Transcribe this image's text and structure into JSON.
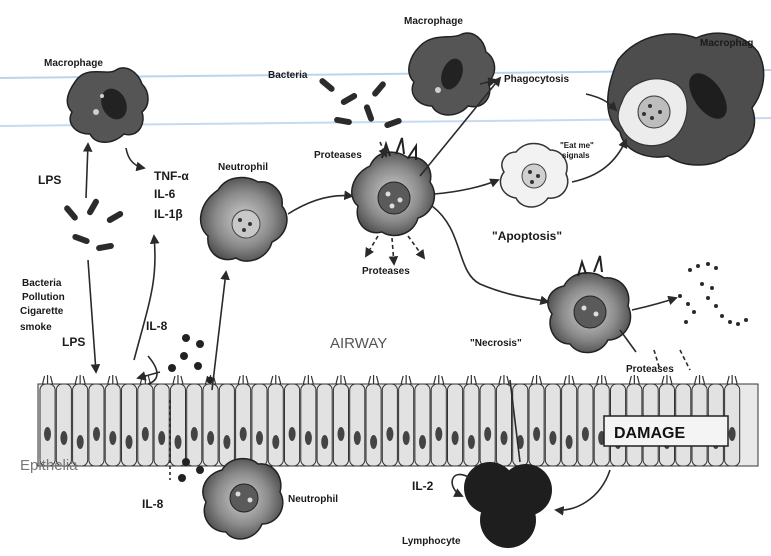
{
  "labels": {
    "macrophage_left": "Macrophage",
    "macrophage_top": "Macrophage",
    "macrophage_right": "Macrophag",
    "bacteria_top": "Bacteria",
    "phagocytosis": "Phagocytosis",
    "proteases_top": "Proteases",
    "neutrophil_top": "Neutrophil",
    "eat_me_line1": "\"Eat me\"",
    "eat_me_line2": "signals",
    "apoptosis": "\"Apoptosis\"",
    "lps_top": "LPS",
    "tnf": "TNF-α",
    "il6": "IL-6",
    "il1b": "IL-1β",
    "proteases_mid": "Proteases",
    "bacteria_list_1": "Bacteria",
    "bacteria_list_2": "Pollution",
    "bacteria_list_3": "Cigarette",
    "bacteria_list_4": "smoke",
    "lps_bottom": "LPS",
    "il8_top": "IL-8",
    "airway": "AIRWAY",
    "necrosis": "\"Necrosis\"",
    "proteases_right": "Proteases",
    "damage": "DAMAGE",
    "epithelia": "Epithelia",
    "il8_bottom": "IL-8",
    "neutrophil_bottom": "Neutrophil",
    "il2": "IL-2",
    "lymphocyte": "Lymphocyte"
  },
  "colors": {
    "cell_dark": "#4a4a4a",
    "cell_mid": "#7a7a7a",
    "cell_light": "#d8d8d8",
    "epithelium": "#e2e2e2",
    "lymphocyte": "#1e1e1e",
    "band_blue": "#9fc3e6",
    "arrow": "#2a2a2a"
  }
}
